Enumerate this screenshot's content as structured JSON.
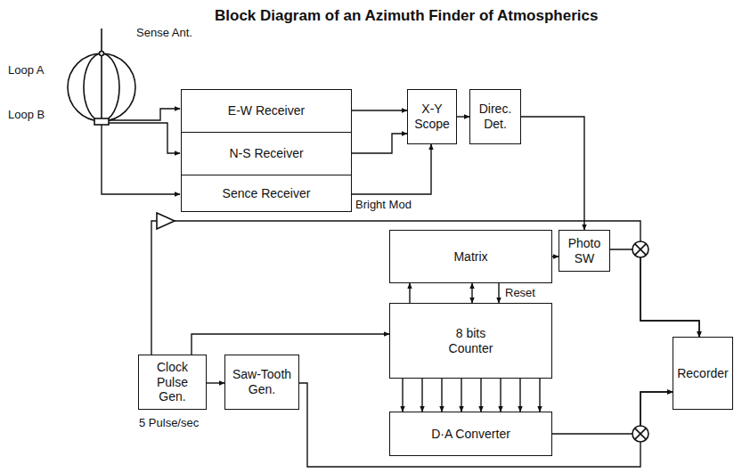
{
  "diagram": {
    "title": "Block Diagram of an Azimuth Finder of Atmospherics",
    "nodes": [
      {
        "text": [
          "E-W Receiver"
        ]
      },
      {
        "text": [
          "N-S Receiver"
        ]
      },
      {
        "text": [
          "Sence Receiver"
        ]
      },
      {
        "text": [
          "X-Y Scope"
        ]
      },
      {
        "text": [
          "Direc. Det."
        ]
      },
      {
        "text": [
          "Matrix"
        ]
      },
      {
        "text": [
          "Photo SW"
        ]
      },
      {
        "text": [
          "Clock Pulse Gen."
        ]
      },
      {
        "text": [
          "Saw-Tooth Gen."
        ]
      },
      {
        "text": [
          "8 bits Counter"
        ]
      },
      {
        "text": [
          "Recorder"
        ]
      },
      {
        "text": [
          "D·A Converter"
        ]
      }
    ],
    "edges": [
      {
        "from": 0,
        "to": 3,
        "arrow": "to"
      },
      {
        "from": 1,
        "to": 3,
        "arrow": "to"
      },
      {
        "from": 2,
        "to": 3,
        "label": "Bright Mod",
        "arrow": "to"
      },
      {
        "from": 3,
        "to": 4,
        "arrow": "to"
      },
      {
        "from": 4,
        "to": 6,
        "arrow": "to"
      },
      {
        "from": 5,
        "to": 6,
        "arrow": "to"
      },
      {
        "from": 6,
        "to": 10,
        "arrow": "to"
      },
      {
        "from": 7,
        "to": 10,
        "arrow": "to"
      },
      {
        "from": 7,
        "to": 8,
        "arrow": "to"
      },
      {
        "from": 7,
        "to": 9,
        "arrow": "to"
      },
      {
        "from": 9,
        "to": 5,
        "arrow": "to"
      },
      {
        "from": 9,
        "to": 5,
        "arrow": "both"
      },
      {
        "from": 5,
        "to": 9,
        "label": "Reset",
        "arrow": "to"
      },
      {
        "from": 9,
        "to": 11,
        "arrow": "to"
      },
      {
        "from": 9,
        "to": 11,
        "arrow": "to"
      },
      {
        "from": 9,
        "to": 11,
        "arrow": "to"
      },
      {
        "from": 9,
        "to": 11,
        "arrow": "to"
      },
      {
        "from": 9,
        "to": 11,
        "arrow": "to"
      },
      {
        "from": 9,
        "to": 11,
        "arrow": "to"
      },
      {
        "from": 9,
        "to": 11,
        "arrow": "to"
      },
      {
        "from": 9,
        "to": 11,
        "arrow": "to"
      },
      {
        "from": 11,
        "to": 10,
        "arrow": "to"
      },
      {
        "from": 8,
        "to": 10,
        "arrow": "to"
      }
    ],
    "labels": [
      "Sense Ant.",
      "Loop A",
      "Loop B",
      "5 Pulse/sec"
    ]
  }
}
